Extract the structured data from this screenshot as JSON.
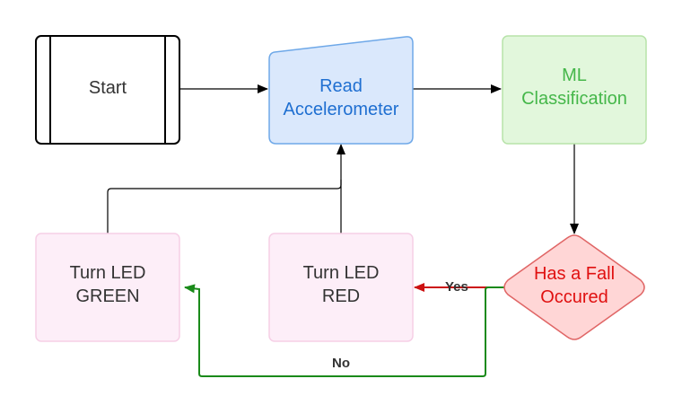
{
  "nodes": {
    "start": {
      "label": "Start"
    },
    "read": {
      "line1": "Read",
      "line2": "Accelerometer"
    },
    "ml": {
      "line1": "ML",
      "line2": "Classification"
    },
    "decision": {
      "line1": "Has a Fall",
      "line2": "Occured"
    },
    "led_red": {
      "line1": "Turn LED",
      "line2": "RED"
    },
    "led_green": {
      "line1": "Turn LED",
      "line2": "GREEN"
    }
  },
  "edges": {
    "yes_label": "Yes",
    "no_label": "No"
  },
  "colors": {
    "process_fill": "#dae8fc",
    "process_stroke": "#6ea8e8",
    "process_text": "#1f6fd1",
    "ml_fill": "#e2f7dc",
    "ml_stroke": "#b7e3a9",
    "ml_text": "#45b74a",
    "decision_fill": "#ffd6d6",
    "decision_stroke": "#e06666",
    "decision_text": "#e01010",
    "led_fill": "#fdeef8",
    "led_stroke": "#f6cfe6",
    "yes_arrow": "#cc1111",
    "no_arrow": "#1a8a1a"
  }
}
